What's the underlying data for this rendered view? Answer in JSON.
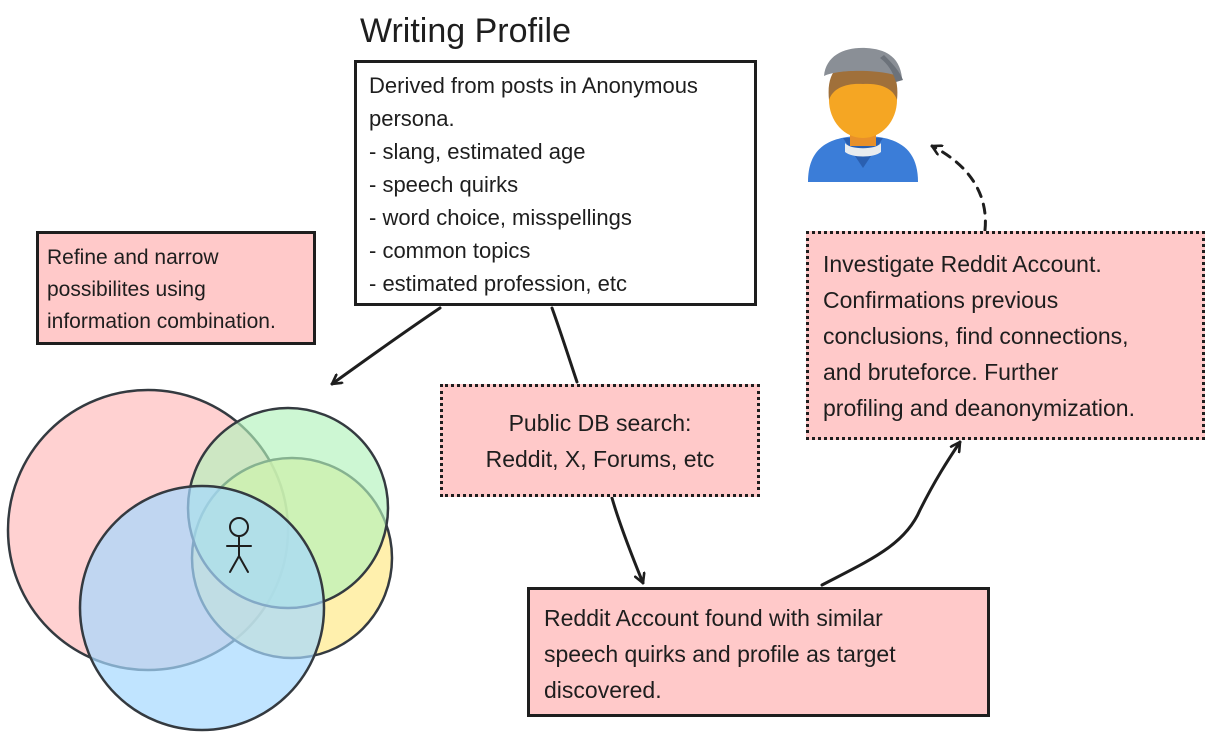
{
  "title": "Writing Profile",
  "profile_box": {
    "lines": [
      "Derived from posts in Anonymous",
      "persona.",
      "- slang, estimated age",
      "- speech quirks",
      "- word choice, misspellings",
      "- common topics",
      "- estimated profession, etc"
    ]
  },
  "refine_box": {
    "lines": [
      "Refine and narrow",
      "possibilites using",
      "information combination."
    ]
  },
  "search_box": {
    "lines": [
      "Public DB search:",
      "Reddit, X, Forums, etc"
    ]
  },
  "found_box": {
    "lines": [
      "Reddit Account found with similar",
      "speech quirks and profile as target",
      "discovered."
    ]
  },
  "investigate_box": {
    "lines": [
      "Investigate Reddit Account.",
      "Confirmations previous",
      "conclusions, find connections,",
      "and bruteforce. Further",
      "profiling and deanonymization."
    ]
  },
  "colors": {
    "note_fill": "#ffc9c9",
    "stroke": "#1e1e1e",
    "circle_red": "#ffc9c9",
    "circle_green": "#b2f2bb",
    "circle_yellow": "#ffec99",
    "circle_blue": "#a5d8ff",
    "avatar_shirt": "#3b7dd8",
    "avatar_skin": "#f5a623",
    "avatar_cap": "#8a8f96"
  },
  "icons": [
    "person-avatar-icon",
    "stick-figure-icon"
  ]
}
